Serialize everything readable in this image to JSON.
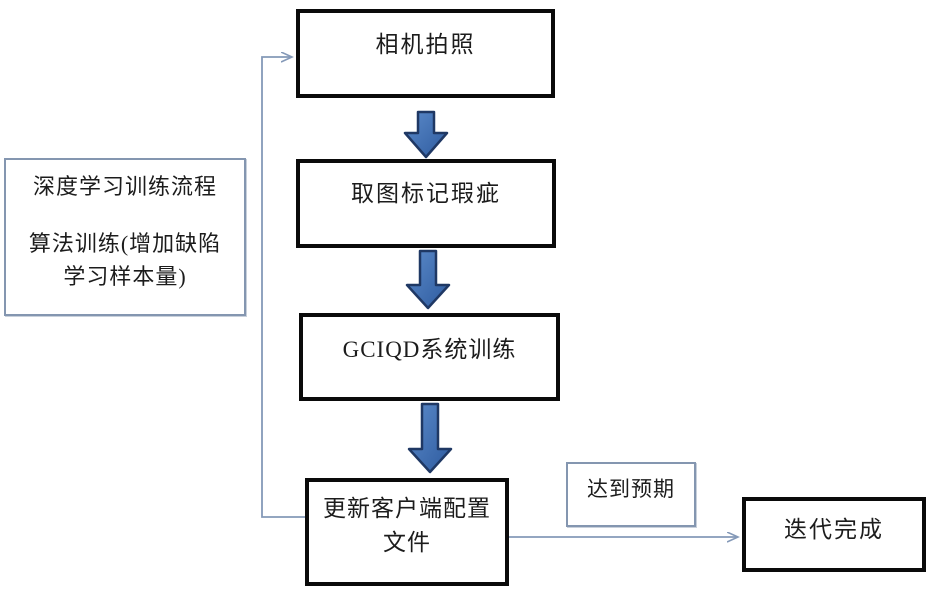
{
  "diagram": {
    "nodes": {
      "camera": {
        "label": "相机拍照"
      },
      "mark_defects": {
        "label": "取图标记瑕疵"
      },
      "gciqd_training": {
        "label": "GCIQD系统训练"
      },
      "update_client_config": {
        "line1": "更新客户端配置",
        "line2": "文件"
      },
      "process_note": {
        "line1": "深度学习训练流程",
        "line2": "算法训练(增加缺陷",
        "line3": "学习样本量)"
      },
      "expectation": {
        "label": "达到预期"
      },
      "iteration_done": {
        "label": "迭代完成"
      }
    },
    "colors": {
      "background": "#ffffff",
      "text": "#1c1c1c",
      "box_border_dark": "#0a0a0a",
      "box_border_light": "#8496b0",
      "connector": "#8499b8",
      "block_arrow_fill_light": "#5b8ac9",
      "block_arrow_fill_dark": "#2e5b9f",
      "block_arrow_stroke": "#1f3864"
    }
  }
}
